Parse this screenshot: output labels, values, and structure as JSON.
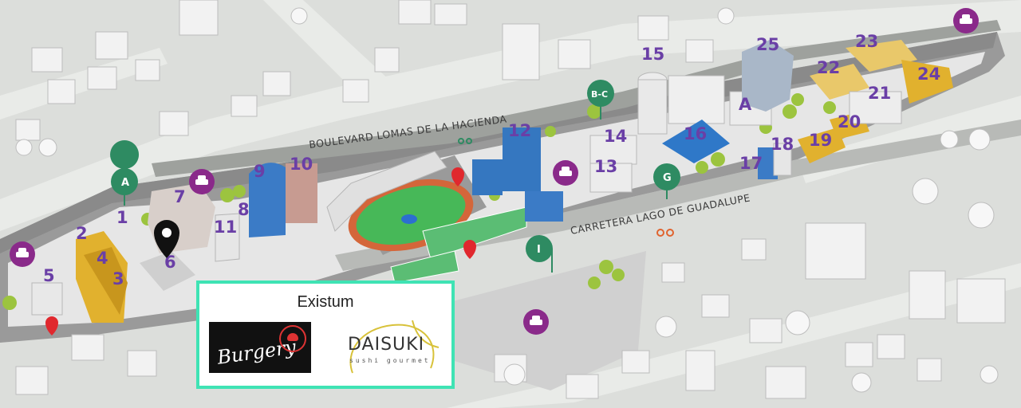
{
  "roads": {
    "boulevard": "BOULEVARD LOMAS DE LA HACIENDA",
    "carretera": "CARRETERA LAGO DE GUADALUPE"
  },
  "buildings": [
    "1",
    "2",
    "3",
    "4",
    "5",
    "6",
    "7",
    "8",
    "9",
    "10",
    "11",
    "12",
    "13",
    "14",
    "15",
    "16",
    "17",
    "18",
    "19",
    "20",
    "21",
    "22",
    "23",
    "24",
    "25",
    "A"
  ],
  "zone_pins": [
    {
      "label": "A",
      "color": "#2e8b62"
    },
    {
      "label": "B-C",
      "color": "#2e8b62"
    },
    {
      "label": "G",
      "color": "#2e8b62"
    },
    {
      "label": "I",
      "color": "#2e8b62"
    }
  ],
  "icons": {
    "parking": "car-icon",
    "location": "location-pin-icon",
    "marker": "red-map-marker-icon",
    "cyclist": "cyclist-icon"
  },
  "colors": {
    "building_number": "#6a3fa6",
    "parking_pin": "#8a2a8a",
    "zone_pin": "#2e8b62",
    "popup_border": "#3fe3b4",
    "marker": "#e0282e"
  },
  "popup": {
    "title": "Existum",
    "logos": [
      {
        "name": "Burgery",
        "sub": ""
      },
      {
        "name": "DAISUKI",
        "sub": "sushi gourmet"
      }
    ]
  }
}
